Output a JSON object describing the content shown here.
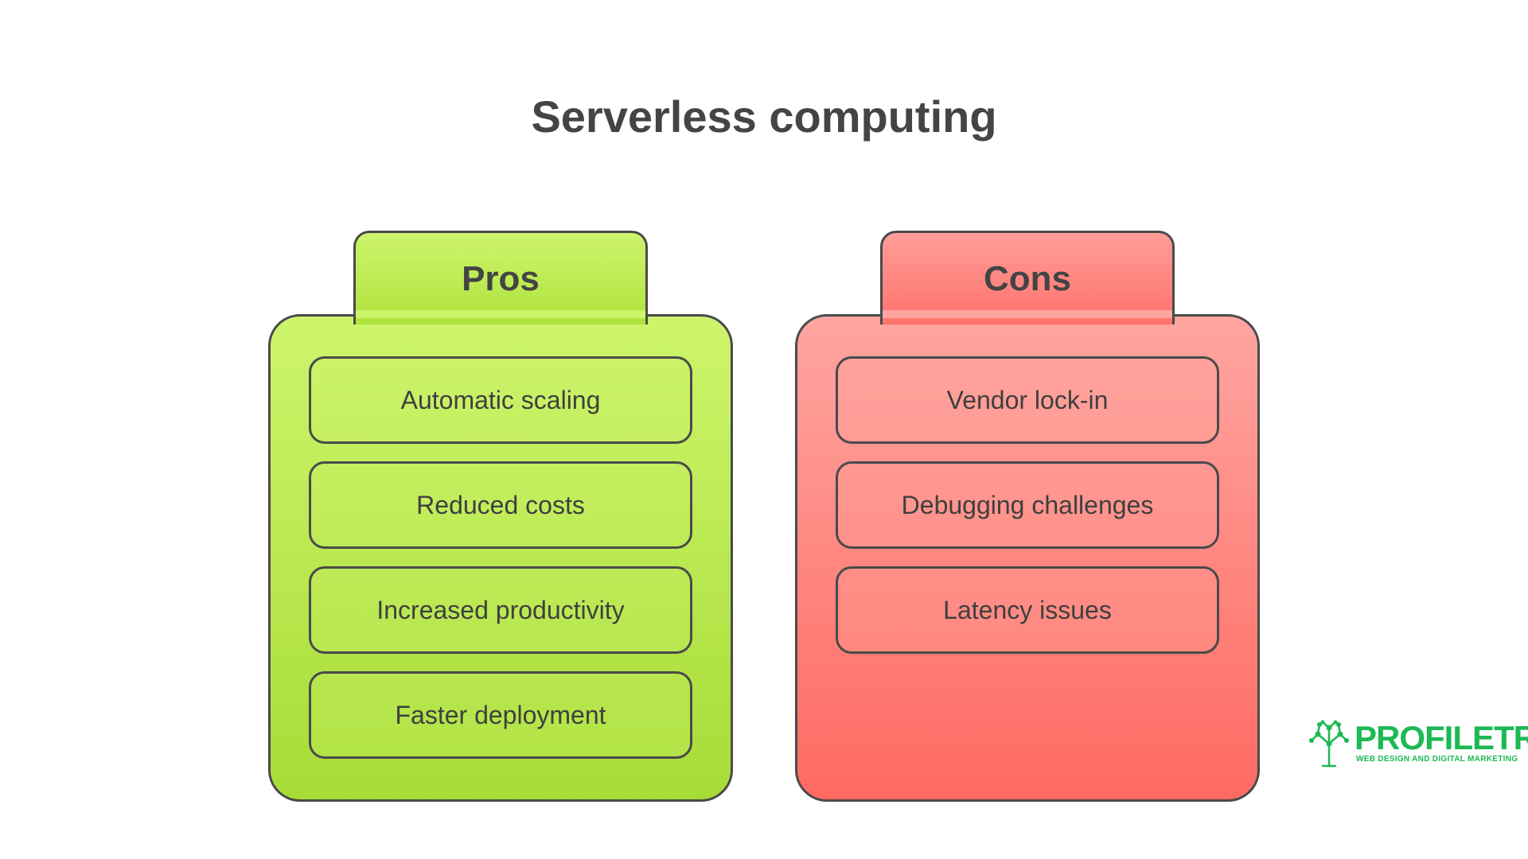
{
  "title": "Serverless computing",
  "pros": {
    "header": "Pros",
    "items": [
      "Automatic scaling",
      "Reduced costs",
      "Increased productivity",
      "Faster deployment"
    ]
  },
  "cons": {
    "header": "Cons",
    "items": [
      "Vendor lock-in",
      "Debugging challenges",
      "Latency issues"
    ]
  },
  "logo": {
    "name": "PROFILETREE",
    "tagline": "WEB DESIGN AND DIGITAL MARKETING",
    "icon": "tree-network-icon"
  },
  "colors": {
    "pros": "#b8ea4c",
    "cons": "#ff8580",
    "outline": "#4a4a4a",
    "brand": "#1db954"
  }
}
